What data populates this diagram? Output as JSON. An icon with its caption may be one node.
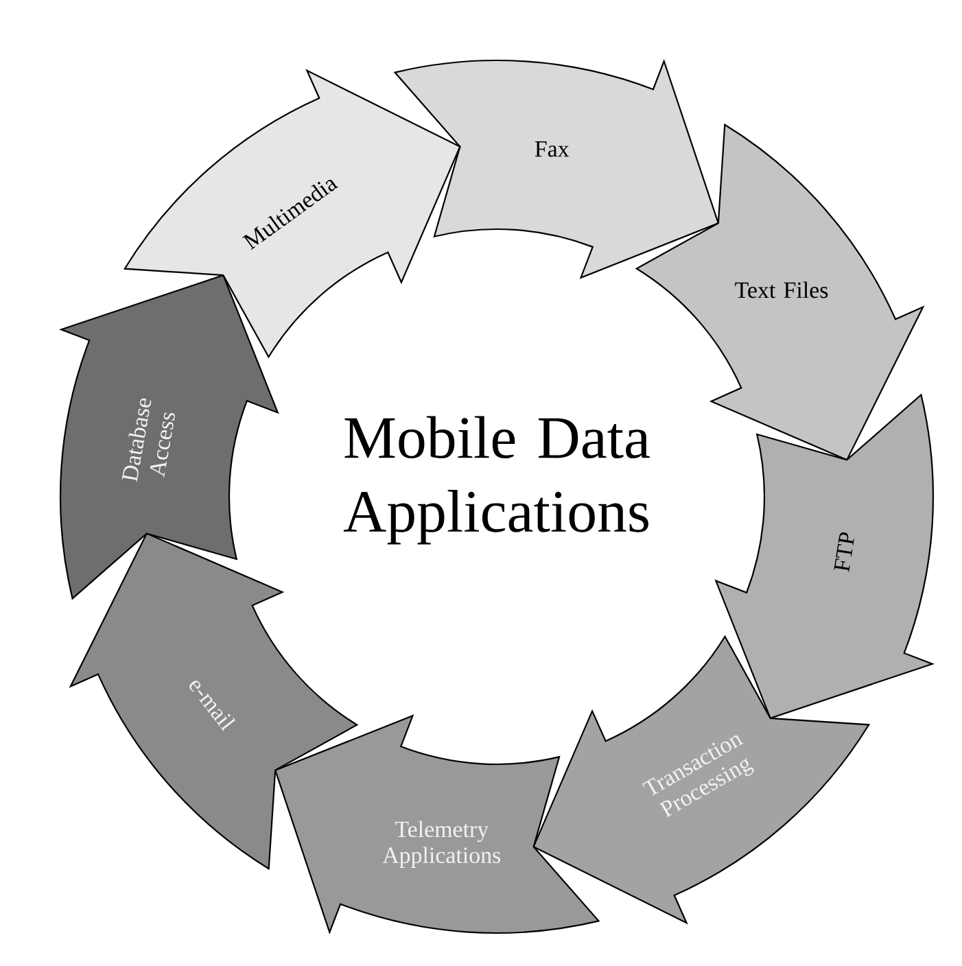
{
  "diagram": {
    "title": "Mobile Data Applications",
    "nodes": [
      {
        "text": [
          "Multimedia"
        ]
      },
      {
        "text": [
          "Fax"
        ]
      },
      {
        "text": [
          "Text Files"
        ]
      },
      {
        "text": [
          "FTP"
        ]
      },
      {
        "text": [
          "Transaction Processing"
        ]
      },
      {
        "text": [
          "Telemetry Applications"
        ]
      },
      {
        "text": [
          "e-mail"
        ]
      },
      {
        "text": [
          "Database Access"
        ]
      }
    ],
    "edges": []
  }
}
